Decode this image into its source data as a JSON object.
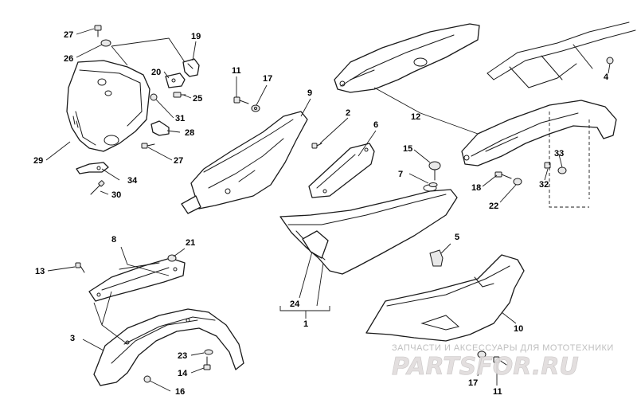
{
  "callouts": {
    "c1": "1",
    "c2": "2",
    "c3": "3",
    "c4": "4",
    "c5": "5",
    "c6": "6",
    "c7": "7",
    "c8": "8",
    "c9": "9",
    "c10": "10",
    "c11a": "11",
    "c11b": "11",
    "c12": "12",
    "c13": "13",
    "c14": "14",
    "c15": "15",
    "c16": "16",
    "c17a": "17",
    "c17b": "17",
    "c18": "18",
    "c19": "19",
    "c20": "20",
    "c21": "21",
    "c22": "22",
    "c23": "23",
    "c24": "24",
    "c25": "25",
    "c26": "26",
    "c27a": "27",
    "c27b": "27",
    "c28": "28",
    "c29": "29",
    "c30": "30",
    "c31": "31",
    "c32": "32",
    "c33": "33",
    "c34": "34"
  },
  "watermark": {
    "tagline": "ЗАПЧАСТИ И АКСЕССУАРЫ ДЛЯ МОТОТЕХНИКИ",
    "brand": "PARTSFOR.RU"
  }
}
